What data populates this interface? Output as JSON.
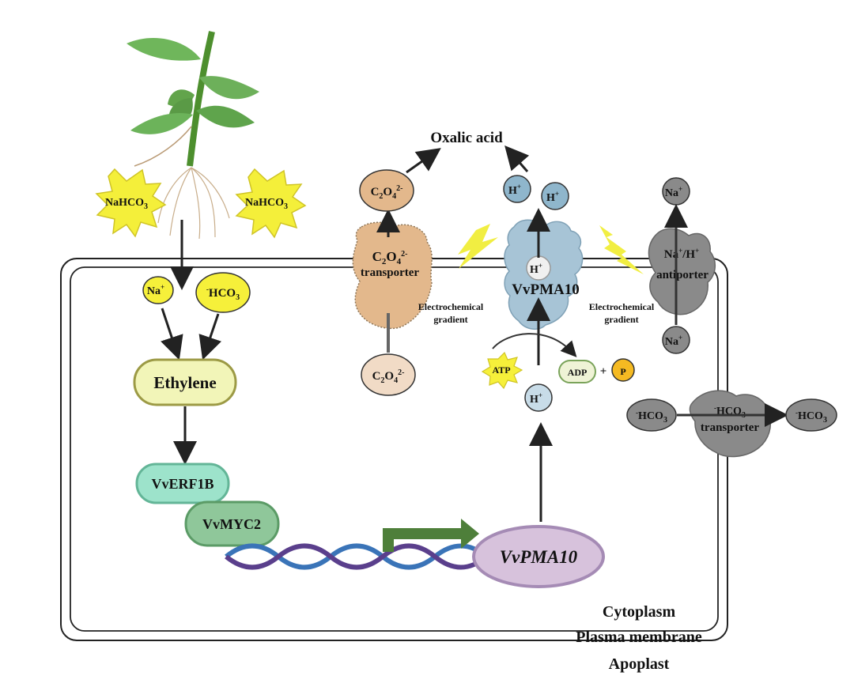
{
  "colors": {
    "na_salt": "#f6f03a",
    "oxalate": "#e3b88c",
    "proton": "#8fb6cc",
    "gray_protein": "#8a8a8a",
    "pma_protein": "#a7c4d6",
    "ethylene": "#f2f5b8",
    "erf": "#9de3cb",
    "myc": "#8fc79a",
    "gene": "#d7c2dc",
    "dna_blue": "#3a74b8",
    "dna_purple": "#5a3f8c",
    "promoter_arrow": "#4e7f3a",
    "lightning": "#f1ee42"
  },
  "labels": {
    "nahco3_left": "NaHCO",
    "nahco3_right": "NaHCO",
    "nahco3_sub": "3",
    "na_plus": "Na",
    "plus": "+",
    "hco3": "HCO",
    "hco3_sub": "3",
    "minus": "-",
    "ethylene": "Ethylene",
    "erf": "VvERF1B",
    "myc": "VvMYC2",
    "gene": "VvPMA10",
    "oxalic_acid": "Oxalic acid",
    "c2o4_c": "C",
    "c2o4_sub2": "2",
    "c2o4_o": "O",
    "c2o4_sub4": "4",
    "c2o4_charge": "2-",
    "transporter": "transporter",
    "h": "H",
    "pma": "VvPMA10",
    "electrochemical": "Electrochemical",
    "gradient": "gradient",
    "antiporter_top": "Na",
    "antiporter_mid": "/H",
    "antiporter_bottom": "antiporter",
    "atp": "ATP",
    "adp": "ADP",
    "plus_sign": "+",
    "phosphate": "P",
    "cytoplasm": "Cytoplasm",
    "plasma_membrane": "Plasma membrane",
    "apoplast": "Apoplast"
  }
}
